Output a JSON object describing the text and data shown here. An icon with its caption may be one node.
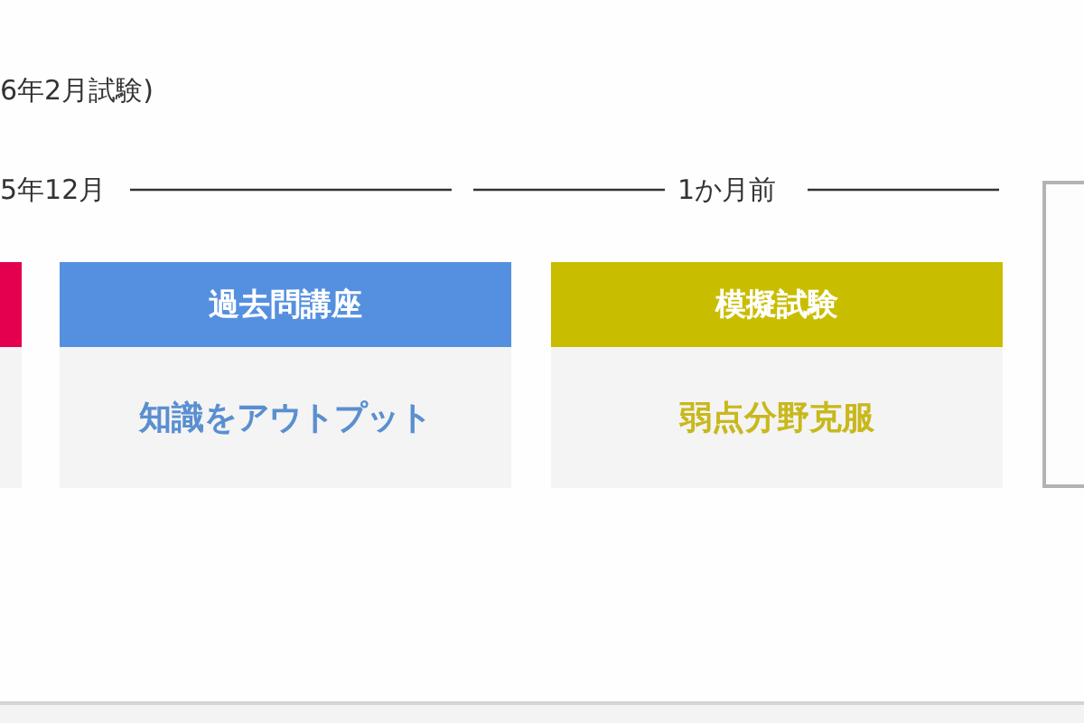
{
  "diagram": {
    "nodes": [
      {
        "text": [],
        "shape": "box"
      },
      {
        "text": [
          "過去問講座",
          "知識をアウトプット"
        ]
      },
      {
        "text": [
          "模擬試験",
          "弱点分野克服"
        ]
      },
      {
        "text": [],
        "shape": "box"
      }
    ],
    "labels": [
      "6年2月試験)",
      "5年12月",
      "1か月前"
    ]
  }
}
